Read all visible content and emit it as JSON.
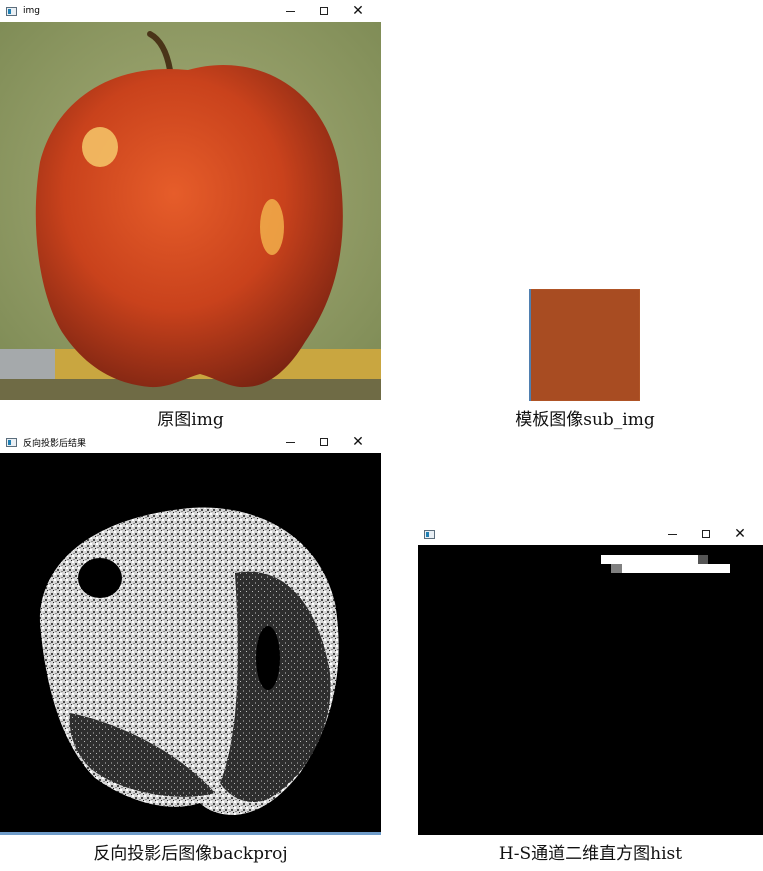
{
  "windows": {
    "img": {
      "title": "img"
    },
    "backproj": {
      "title": "反向投影后结果"
    },
    "hist": {
      "title": ""
    }
  },
  "captions": {
    "original": "原图img",
    "template": "模板图像sub_img",
    "backproj": "反向投影后图像backproj",
    "hist": "H-S通道二维直方图hist"
  },
  "colors": {
    "apple_red": "#c9421c",
    "background_green": "#8f9c63",
    "template_brown": "#a84c22",
    "histogram_black": "#000000",
    "histogram_white": "#ffffff"
  }
}
